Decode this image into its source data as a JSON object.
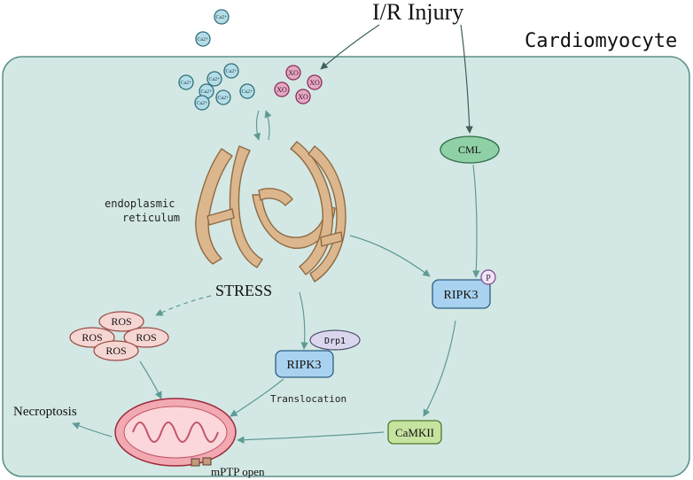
{
  "header": {
    "injury_label": "I/R Injury",
    "cell_label": "Cardiomyocyte"
  },
  "ions": {
    "ca_label": "Ca2+",
    "xo_label": "XO"
  },
  "organelles": {
    "er_line1": "endoplasmic",
    "er_line2": "reticulum",
    "stress_label": "STRESS"
  },
  "nodes": {
    "cml": "CML",
    "ripk3_right": "RIPK3",
    "phospho": "P",
    "ripk3_center": "RIPK3",
    "drp1": "Drp1",
    "camk2": "CaMKII",
    "translocation": "Translocation",
    "ros": [
      "ROS",
      "ROS",
      "ROS",
      "ROS"
    ]
  },
  "outcomes": {
    "necroptosis": "Necroptosis",
    "mptp": "mPTP open"
  },
  "colors": {
    "cell_fill": "#d3e8e4",
    "cell_stroke": "#5a8f8a",
    "er_fill": "#dcb68c",
    "cml_fill": "#8fd0a6",
    "ripk3_fill": "#a8d2ef",
    "camk2_fill": "#c6e3a0",
    "ros_fill": "#f6d6d2",
    "mito_fill": "#f2a9b2",
    "xo_fill": "#e3a9c4",
    "ca_fill": "#b4dde8"
  }
}
